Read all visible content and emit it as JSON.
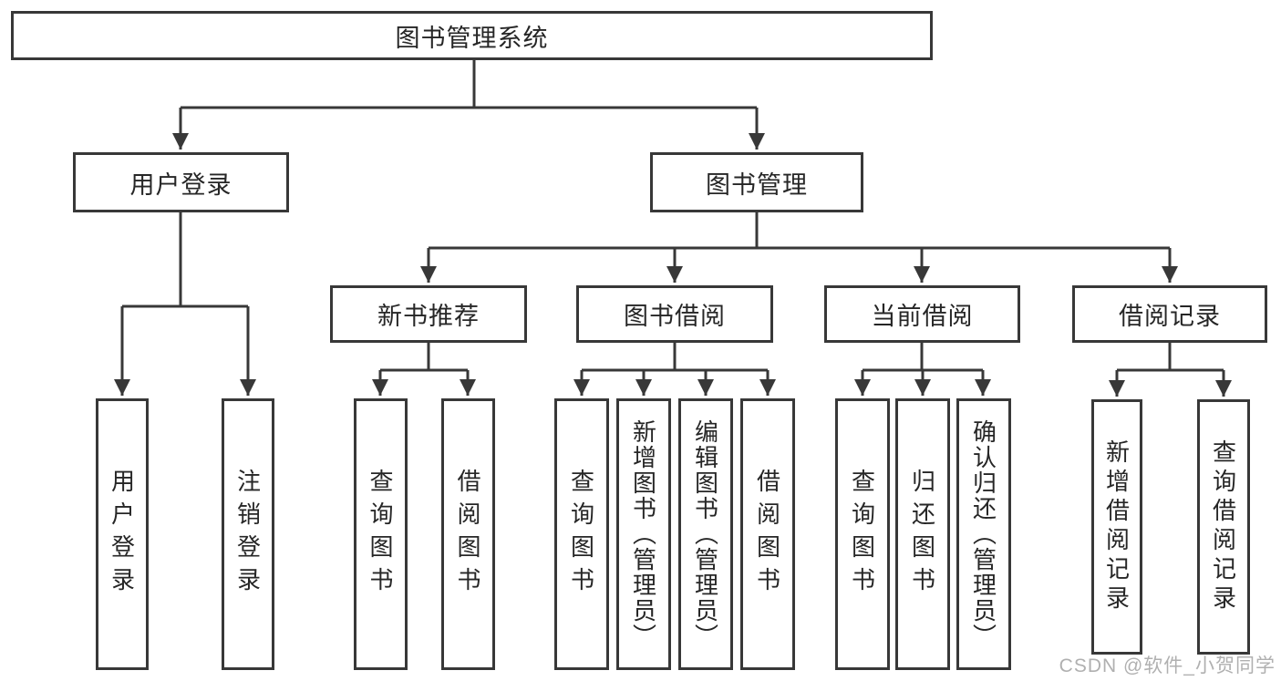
{
  "tree": {
    "root": {
      "label": "图书管理系统"
    },
    "branches": [
      {
        "label": "用户登录",
        "children": [
          {
            "label": "用户登录"
          },
          {
            "label": "注销登录"
          }
        ]
      },
      {
        "label": "图书管理",
        "children": [
          {
            "label": "新书推荐",
            "children": [
              {
                "label": "查询图书"
              },
              {
                "label": "借阅图书"
              }
            ]
          },
          {
            "label": "图书借阅",
            "children": [
              {
                "label": "查询图书"
              },
              {
                "label": "新增图书（管理员）"
              },
              {
                "label": "编辑图书（管理员）"
              },
              {
                "label": "借阅图书"
              }
            ]
          },
          {
            "label": "当前借阅",
            "children": [
              {
                "label": "查询图书"
              },
              {
                "label": "归还图书"
              },
              {
                "label": "确认归还（管理员）"
              }
            ]
          },
          {
            "label": "借阅记录",
            "children": [
              {
                "label": "新增借阅记录"
              },
              {
                "label": "查询借阅记录"
              }
            ]
          }
        ]
      }
    ]
  },
  "watermark": {
    "text": "CSDN @软件_小贺同学"
  },
  "colors": {
    "line": "#383838",
    "box_border": "#383838",
    "text": "#262626",
    "watermark": "#b0b0b0",
    "background": "#ffffff"
  }
}
